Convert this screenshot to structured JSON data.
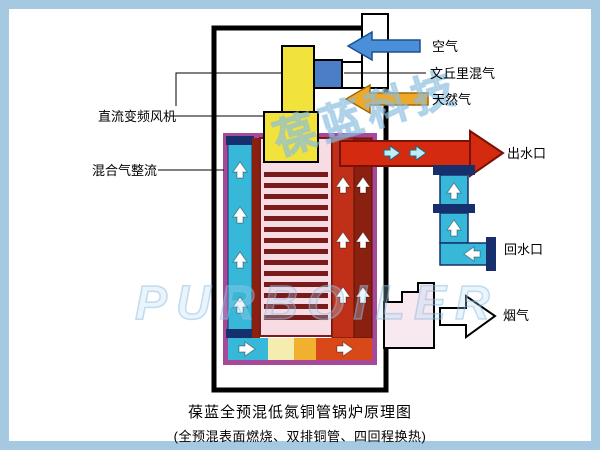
{
  "labels": {
    "air": "空气",
    "venturi": "文丘里混气",
    "natural_gas": "天然气",
    "fan": "直流变频风机",
    "gas_rectifier": "混合气整流",
    "water_outlet": "出水口",
    "water_return": "回水口",
    "flue_gas": "烟气"
  },
  "caption": {
    "line1": "葆蓝全预混低氮铜管锅炉原理图",
    "line2": "(全预混表面燃烧、双排铜管、四回程换热)"
  },
  "watermarks": {
    "diagonal": "葆蓝科技",
    "bottom": "PURBOILER"
  },
  "tube_row_count": 14,
  "colors": {
    "frame": "#a6c9e2",
    "air_blue": "#4a90d8",
    "gas_orange": "#f0a828",
    "fan_yellow": "#f2e23c",
    "venturi_blue": "#4a7fc8",
    "outlet_red": "#d42a10",
    "return_cyan": "#38b8d8",
    "flange_navy": "#16306e",
    "shell_purple": "#a84898",
    "chamber_pink": "#f8dce4",
    "tube_red": "#7a1a1a",
    "flame_red": "#c03018",
    "flame_dark": "#8a2010",
    "bottom_cream": "#f5ecb0",
    "bottom_amber": "#f0b030",
    "bottom_red": "#d84818",
    "flue_pink": "#f8e8f0",
    "watermark_blue": "#9cc6e4"
  }
}
